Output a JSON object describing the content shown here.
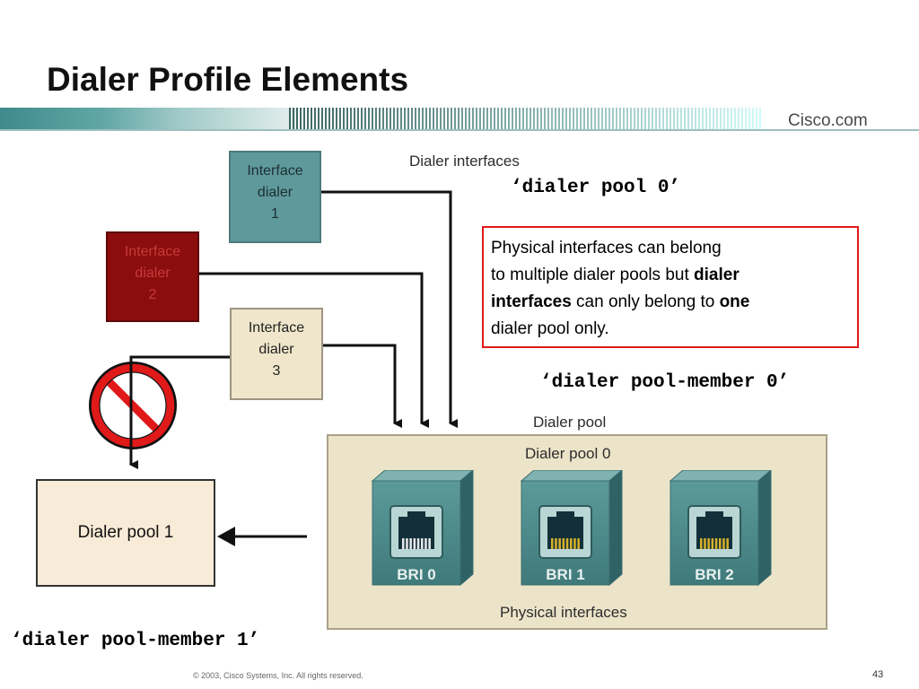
{
  "slide": {
    "title": "Dialer Profile Elements",
    "brand": "Cisco.com",
    "footer": "© 2003, Cisco Systems, Inc. All rights reserved.",
    "page_number": "43"
  },
  "dialer_interfaces": {
    "header": "Dialer interfaces",
    "items": [
      {
        "line1": "Interface",
        "line2": "dialer",
        "line3": "1"
      },
      {
        "line1": "Interface",
        "line2": "dialer",
        "line3": "2"
      },
      {
        "line1": "Interface",
        "line2": "dialer",
        "line3": "3"
      }
    ]
  },
  "commands": {
    "pool_0": "‘dialer pool 0’",
    "pool_member_0": "‘dialer pool-member 0’",
    "pool_member_1": "‘dialer pool-member 1’"
  },
  "note": {
    "t1": "Physical interfaces can belong",
    "t2": "to multiple dialer pools but ",
    "t3": "dialer",
    "t4": "interfaces",
    "t5": " can only belong to ",
    "t6": "one",
    "t7": "dialer pool only."
  },
  "dialer_pool": {
    "header": "Dialer pool",
    "name": "Dialer pool 0",
    "footer_label": "Physical interfaces",
    "bri_ports": [
      "BRI 0",
      "BRI 1",
      "BRI 2"
    ]
  },
  "pool1": {
    "label": "Dialer pool 1"
  },
  "colors": {
    "teal": "#5f999b",
    "dark_red": "#8c0d0d",
    "tan": "#efe6cb",
    "prohibit_red": "#e01919"
  }
}
